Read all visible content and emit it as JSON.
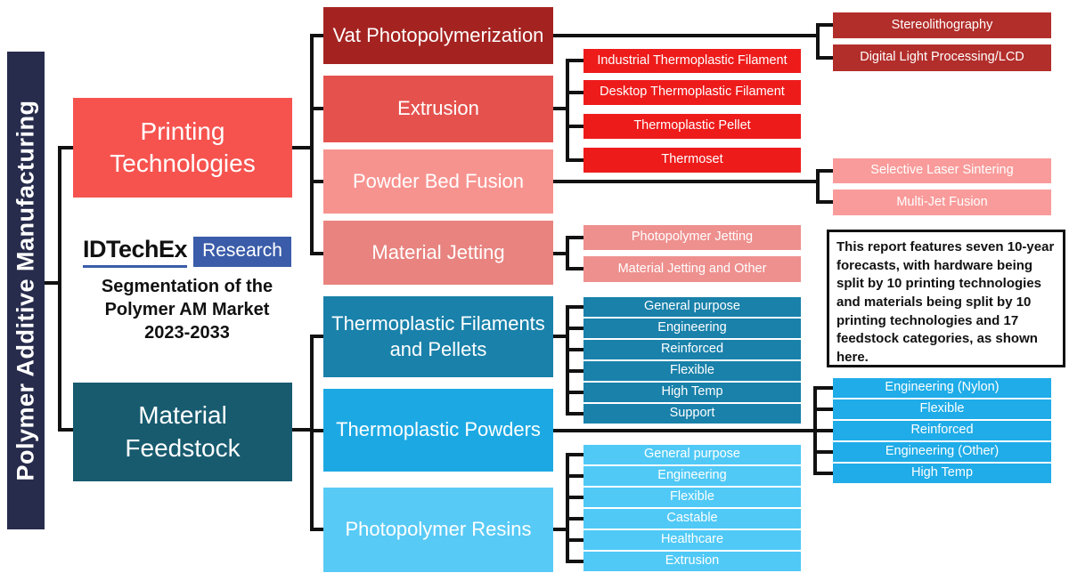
{
  "colors": {
    "bar_navy": "#272C4C",
    "printing": "#F6534F",
    "feedstock": "#185B6F",
    "vat": "#A42321",
    "vat_child": "#B22E2B",
    "extrusion": "#E5524E",
    "extrusion_child": "#EE1B1B",
    "pbf": "#F7938F",
    "pbf_child": "#F99B9A",
    "mj": "#E8837F",
    "mj_child": "#EE908E",
    "tfp": "#1981AA",
    "tfp_child": "#1981AA",
    "tp": "#1CA9E3",
    "tp_child": "#1FACE8",
    "pr": "#58CAF6",
    "pr_child": "#50C9F6",
    "badge_blue": "#3A5CA9"
  },
  "sidebar": {
    "label": "Polymer Additive Manufacturing"
  },
  "brand": {
    "logo": "IDTechEx",
    "badge": "Research",
    "title_lines": [
      "Segmentation of the",
      "Polymer AM Market",
      "2023-2033"
    ]
  },
  "note": "This report features seven 10-year forecasts, with hardware being split by 10 printing technologies and materials being split by 10 printing technologies and 17 feedstock categories, as shown here.",
  "tree": {
    "printing": {
      "label": "Printing Technologies"
    },
    "feedstock": {
      "label": "Material Feedstock"
    },
    "vat": {
      "label": "Vat Photopolymerization",
      "children": [
        "Stereolithography",
        "Digital Light Processing/LCD"
      ]
    },
    "extrusion": {
      "label": "Extrusion",
      "children": [
        "Industrial Thermoplastic Filament",
        "Desktop Thermoplastic Filament",
        "Thermoplastic Pellet",
        "Thermoset"
      ]
    },
    "pbf": {
      "label": "Powder Bed Fusion",
      "children": [
        "Selective Laser Sintering",
        "Multi-Jet Fusion"
      ]
    },
    "mj": {
      "label": "Material Jetting",
      "children": [
        "Photopolymer Jetting",
        "Material Jetting and Other"
      ]
    },
    "tfp": {
      "label": "Thermoplastic Filaments and Pellets",
      "children": [
        "General purpose",
        "Engineering",
        "Reinforced",
        "Flexible",
        "High Temp",
        "Support"
      ]
    },
    "tp": {
      "label": "Thermoplastic Powders",
      "children": [
        "Engineering (Nylon)",
        "Flexible",
        "Reinforced",
        "Engineering (Other)",
        "High Temp"
      ]
    },
    "pr": {
      "label": "Photopolymer Resins",
      "children": [
        "General purpose",
        "Engineering",
        "Flexible",
        "Castable",
        "Healthcare",
        "Extrusion"
      ]
    }
  }
}
